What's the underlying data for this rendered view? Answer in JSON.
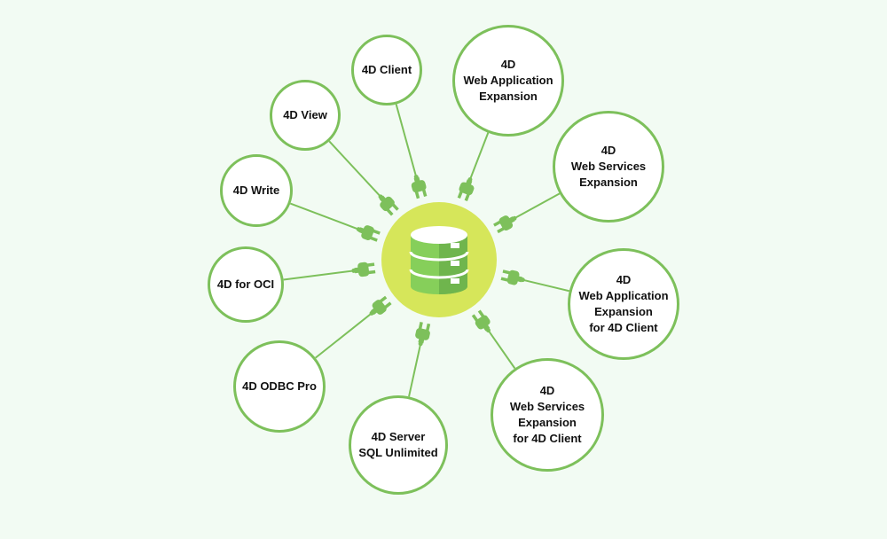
{
  "colors": {
    "accent": "#7dc05b",
    "hub": "#d6e65a",
    "background": "#f2fbf3"
  },
  "hub": {
    "icon": "database-icon"
  },
  "nodes": [
    {
      "id": "4d-client",
      "label": "4D Client"
    },
    {
      "id": "4d-web-app-expansion",
      "label": "4D\nWeb Application\nExpansion"
    },
    {
      "id": "4d-view",
      "label": "4D View"
    },
    {
      "id": "4d-web-services-expansion",
      "label": "4D\nWeb Services\nExpansion"
    },
    {
      "id": "4d-write",
      "label": "4D Write"
    },
    {
      "id": "4d-for-oci",
      "label": "4D for OCI"
    },
    {
      "id": "4d-web-app-expansion-client",
      "label": "4D\nWeb Application\nExpansion\nfor 4D Client"
    },
    {
      "id": "4d-odbc-pro",
      "label": "4D ODBC Pro"
    },
    {
      "id": "4d-server-sql",
      "label": "4D Server\nSQL Unlimited"
    },
    {
      "id": "4d-web-services-expansion-client",
      "label": "4D\nWeb Services\nExpansion\nfor 4D Client"
    }
  ]
}
